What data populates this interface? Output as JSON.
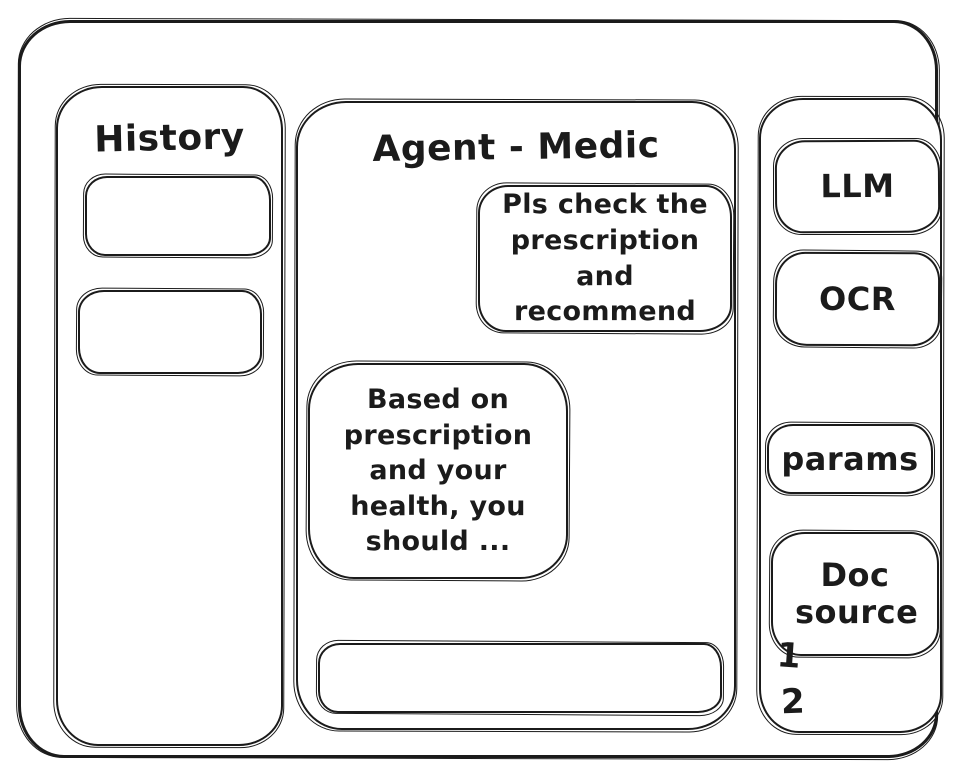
{
  "frame": {
    "stroke_color": "#1b1b1b",
    "background_color": "#ffffff"
  },
  "history_panel": {
    "title": "History",
    "empty_item_count": 2
  },
  "chat_panel": {
    "title": "Agent - Medic",
    "messages": [
      {
        "role": "user",
        "text": "Pls check the\nprescription\nand recommend"
      },
      {
        "role": "assistant",
        "text": "Based on\nprescription\nand your\nhealth, you\nshould ..."
      }
    ],
    "input": {
      "value": ""
    }
  },
  "tools_panel": {
    "items": [
      {
        "id": "llm",
        "label": "LLM"
      },
      {
        "id": "ocr",
        "label": "OCR"
      },
      {
        "id": "params",
        "label": "params"
      },
      {
        "id": "doc-source",
        "label": "Doc source"
      }
    ],
    "annotations": [
      {
        "label": "1"
      },
      {
        "label": "2"
      }
    ]
  }
}
